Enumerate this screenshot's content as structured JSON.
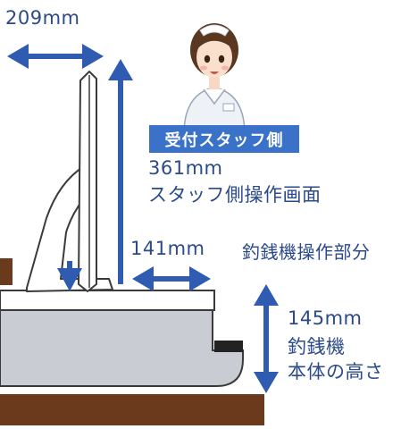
{
  "labels": {
    "monitor_depth": "209mm",
    "screen_height": "361mm",
    "screen_name": "スタッフ側操作画面",
    "operation_depth": "141mm",
    "changer_operation": "釣銭機操作部分",
    "changer_height": "145mm",
    "changer_name": "釣銭機",
    "changer_height_label": "本体の高さ",
    "staff_badge": "受付スタッフ側"
  },
  "colors": {
    "arrow": "#2f5bb0",
    "badge": "#3a72c9",
    "text": "#2b4a8a",
    "wood": "#6b3a1c",
    "changer_body": "#c9ccd3",
    "changer_outline": "#3a3a3a",
    "monitor": "#ffffff"
  },
  "icons": {
    "staff": "receptionist-icon"
  }
}
